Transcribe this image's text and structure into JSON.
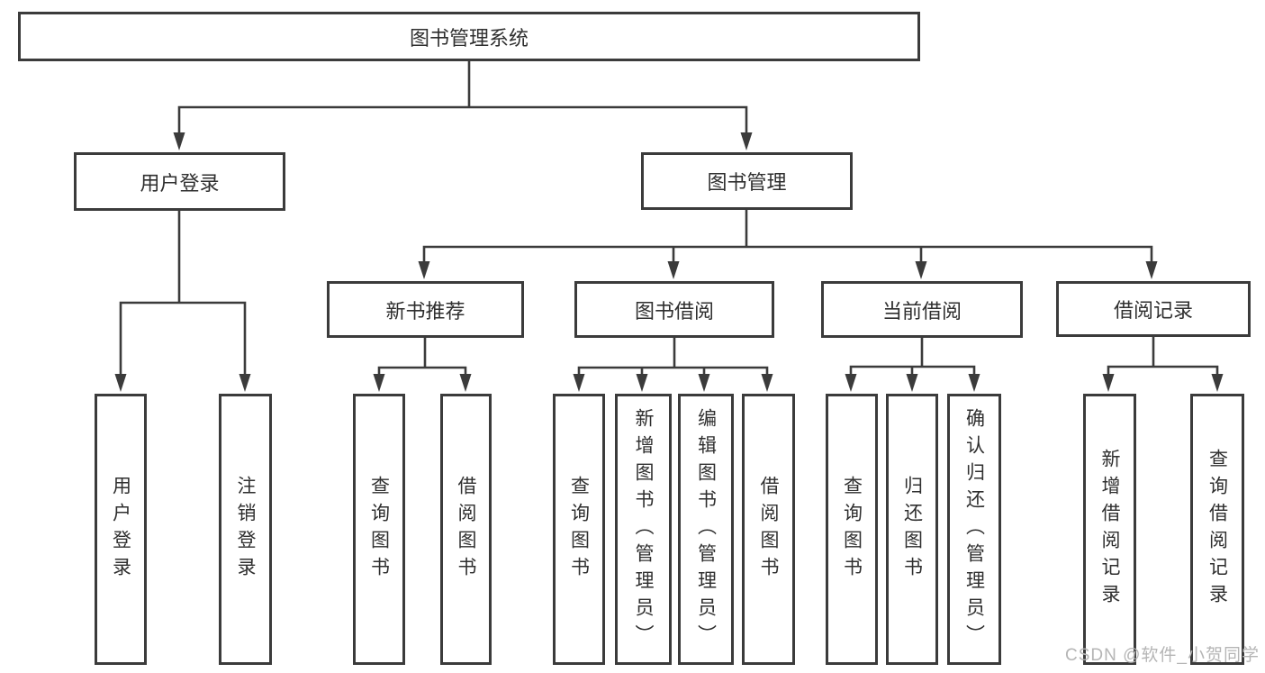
{
  "tree": {
    "root": {
      "label": "图书管理系统"
    },
    "level2": [
      {
        "label": "用户登录",
        "children": [
          {
            "label": "用户登录"
          },
          {
            "label": "注销登录"
          }
        ]
      },
      {
        "label": "图书管理",
        "groups": [
          {
            "label": "新书推荐",
            "children": [
              {
                "label": "查询图书"
              },
              {
                "label": "借阅图书"
              }
            ]
          },
          {
            "label": "图书借阅",
            "children": [
              {
                "label": "查询图书"
              },
              {
                "label": "新增图书（管理员）"
              },
              {
                "label": "编辑图书（管理员）"
              },
              {
                "label": "借阅图书"
              }
            ]
          },
          {
            "label": "当前借阅",
            "children": [
              {
                "label": "查询图书"
              },
              {
                "label": "归还图书"
              },
              {
                "label": "确认归还（管理员）"
              }
            ]
          },
          {
            "label": "借阅记录",
            "children": [
              {
                "label": "新增借阅记录"
              },
              {
                "label": "查询借阅记录"
              }
            ]
          }
        ]
      }
    ]
  },
  "watermark": "CSDN @软件_小贺同学",
  "colors": {
    "line": "#3b3b3b",
    "text": "#2f2f2f",
    "watermark": "#b5b5b5",
    "background": "#ffffff"
  }
}
